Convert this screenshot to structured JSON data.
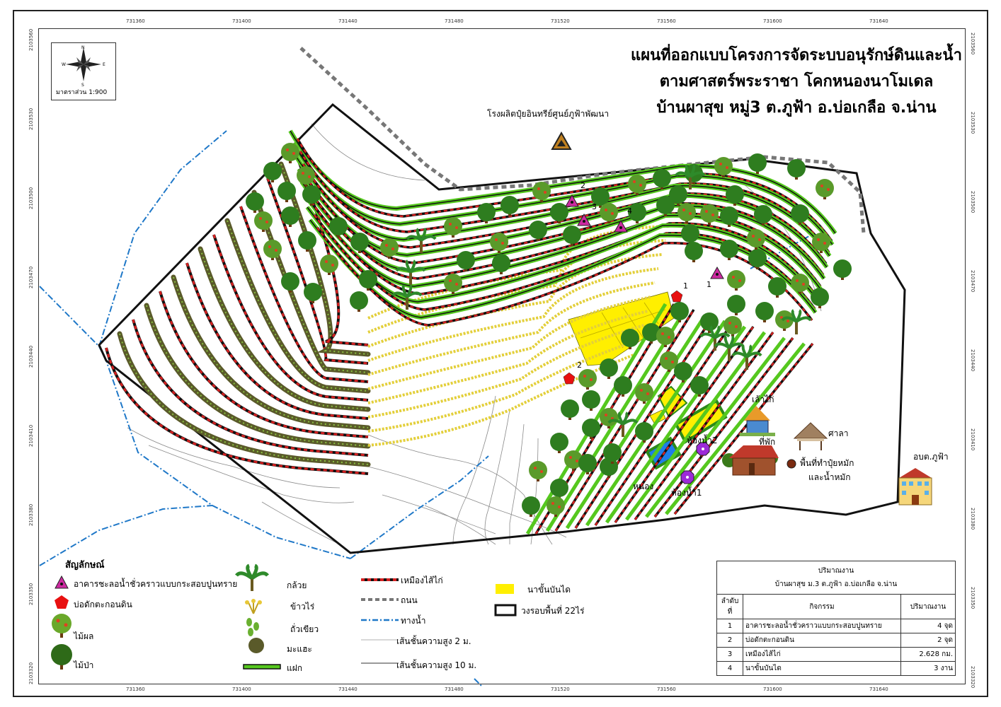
{
  "title": {
    "line1": "แผนที่ออกแบบโครงการจัดระบบอนุรักษ์ดินและน้ำ",
    "line2": "ตามศาสตร์พระราชา โคกหนองนาโมเดล",
    "line3": "บ้านผาสุข หมู่3 ต.ภูฟ้า อ.บ่อเกลือ จ.น่าน"
  },
  "north_arrow": {
    "icon": "compass-rose-icon",
    "n": "N",
    "s": "S",
    "e": "E",
    "w": "W",
    "scale": "มาตราส่วน 1:900"
  },
  "grid": {
    "x_ticks": [
      "731360",
      "731400",
      "731440",
      "731480",
      "731520",
      "731560",
      "731600",
      "731640"
    ],
    "y_ticks": [
      "2103560",
      "2103530",
      "2103500",
      "2103470",
      "2103440",
      "2103410",
      "2103380",
      "2103350",
      "2103320"
    ]
  },
  "places": {
    "factory": "โรงผลิตปุ๋ยอินทรีย์ศูนย์ภูฟ้าพัฒนา",
    "chicken_coop": "เล้าไก่",
    "sala": "ศาลา",
    "restroom2": "ห้องน้ำ2",
    "lodging": "ที่พัก",
    "pond": "หนอง",
    "restroom1": "ห้องน้ำ1",
    "compost_line1": "พื้นที่ทำปุ๋ยหมัก",
    "compost_line2": "และน้ำหมัก",
    "tao_office": "อบต.ภูฟ้า"
  },
  "point_numbers": {
    "weir_1": "1",
    "weir_2": "2",
    "weir_3": "3",
    "weir_4": "4",
    "trap_1": "1",
    "trap_2": "2"
  },
  "legend": {
    "title": "สัญลักษณ์",
    "weir": "อาคารชะลอน้ำชั่วคราวแบบกระสอบปูนทราย",
    "sediment_trap": "บ่อดักตะกอนดิน",
    "fruit_tree": "ไม้ผล",
    "forest_tree": "ไม้ป่า",
    "banana": "กล้วย",
    "upland_rice": "ข้าวไร่",
    "mung_bean": "ถั่วเขียว",
    "pigeon_pea": "มะแฮะ",
    "vetiver": "แฝก",
    "swale": "เหมืองไส้ไก่",
    "road": "ถนน",
    "waterway": "ทางน้ำ",
    "contour_2m": "เส้นชั้นความสูง 2 ม.",
    "contour_10m": "เส้นชั้นความสูง 10 ม.",
    "terrace": "นาขั้นบันได",
    "boundary": "วงรอบพื้นที่ 22ไร่"
  },
  "colors": {
    "swale_red": "#d62020",
    "tree_green": "#2e7d1f",
    "terrace_yellow": "#ffef00",
    "weir_magenta": "#cc2aa0",
    "trap_red": "#e81010",
    "waterway_blue": "#1f78c8",
    "vetiver_green": "#55c81e",
    "pigeon_pea": "#5a5a2a"
  },
  "quantity_table": {
    "title": "ปริมาณงาน",
    "subtitle": "บ้านผาสุข ม.3 ต.ภูฟ้า อ.บ่อเกลือ จ.น่าน",
    "headers": [
      "ลำดับที่",
      "กิจกรรม",
      "ปริมาณงาน"
    ],
    "rows": [
      {
        "no": "1",
        "activity": "อาคารชะลอน้ำชั่วคราวแบบกระสอบปูนทราย",
        "amount": "4 จุด"
      },
      {
        "no": "2",
        "activity": "บ่อดักตะกอนดิน",
        "amount": "2 จุด"
      },
      {
        "no": "3",
        "activity": "เหมืองไส้ไก่",
        "amount": "2.628 กม."
      },
      {
        "no": "4",
        "activity": "นาขั้นบันได",
        "amount": "3 งาน"
      }
    ]
  }
}
